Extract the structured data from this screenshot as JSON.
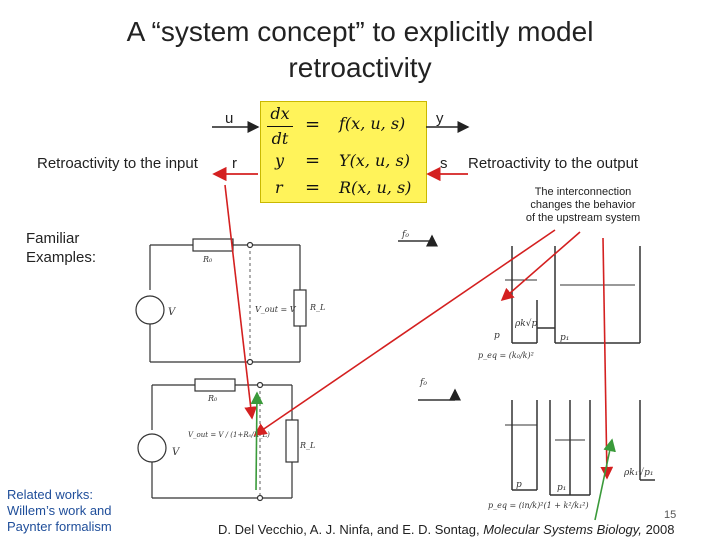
{
  "slide": {
    "title_line1": "A “system concept” to explicitly model",
    "title_line2": "retroactivity",
    "label_u": "u",
    "label_y": "y",
    "label_r": "r",
    "label_s": "s",
    "retro_input": "Retroactivity to the input",
    "retro_output": "Retroactivity to the output",
    "familiar_1": "Familiar",
    "familiar_2": "Examples:",
    "note_1": "The interconnection",
    "note_2": "changes the behavior",
    "note_3": "of the upstream system",
    "related_1": "Related works:",
    "related_2": "Willem’s work and",
    "related_3": "Paynter formalism",
    "page_number": "15",
    "citation_authors": "D. Del Vecchio, A. J. Ninfa, and E. D. Sontag,",
    "citation_journal": "Molecular Systems Biology,",
    "citation_year": "2008"
  },
  "equations": {
    "row1_num": "dx",
    "row1_den": "dt",
    "row1_rhs": "f(x, u, s)",
    "row2_lhs": "y",
    "row2_rhs": "Y(x, u, s)",
    "row3_lhs": "r",
    "row3_rhs": "R(x, u, s)",
    "equals": "="
  },
  "circuit_top": {
    "ro": "R₀",
    "v": "V",
    "vout": "V_out = V",
    "rl": "R_L"
  },
  "circuit_bottom": {
    "ro": "R₀",
    "v": "V",
    "vout": "V_out = V / (1+R₀/R_L)",
    "rl": "R_L"
  },
  "tanks_top": {
    "f0": "f₀",
    "p": "p",
    "pk": "ρk√p",
    "p1": "p₁",
    "peq": "p_eq = (k₀/k)²"
  },
  "tanks_bottom": {
    "f0": "f₀",
    "p": "p",
    "pk": "ρk₁√p₁",
    "p1": "p₁",
    "peq": "p_eq = (in/k)²(1 + k²/k₁²)"
  },
  "colors": {
    "box": "#fff35a",
    "arrow_red": "#d42020",
    "arrow_green": "#3a9a3a",
    "text": "#222222"
  }
}
